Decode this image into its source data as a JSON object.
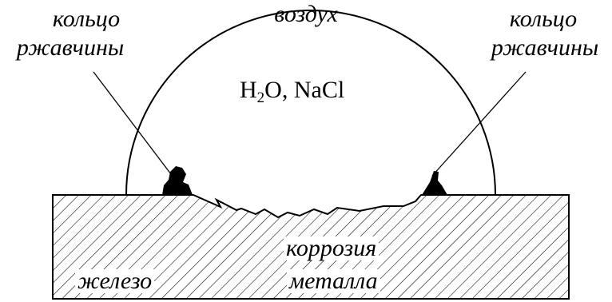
{
  "labels": {
    "rust_ring_left": {
      "line1": "кольцо",
      "line2": "ржавчины"
    },
    "rust_ring_right": {
      "line1": "кольцо",
      "line2": "ржавчины"
    },
    "air": "воздух",
    "solution": {
      "prefix": "H",
      "subscript": "2",
      "suffix": "O, NaCl"
    },
    "iron": "железо",
    "corrosion": {
      "line1": "коррозия",
      "line2": "металла"
    }
  },
  "colors": {
    "ink": "#000000",
    "background": "#ffffff",
    "rust": "#000000"
  }
}
